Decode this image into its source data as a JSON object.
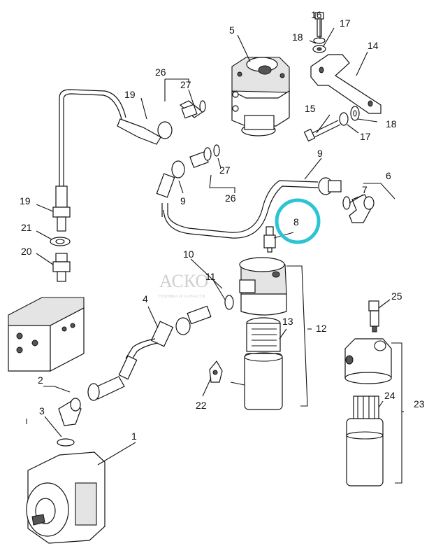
{
  "watermark": {
    "logo": "АСКО",
    "sub": "ТЕХНИКА И ЗАПЧАСТИ"
  },
  "highlight": {
    "part": "8",
    "color": "#2cc4d4"
  },
  "labels": {
    "l1": "1",
    "l2": "2",
    "l3": "3",
    "l4": "4",
    "l5": "5",
    "l6": "6",
    "l7": "7",
    "l8": "8",
    "l9a": "9",
    "l9b": "9",
    "l10": "10",
    "l11": "11",
    "l12": "12",
    "l13": "13",
    "l14": "14",
    "l15": "15",
    "l16": "16",
    "l17a": "17",
    "l17b": "17",
    "l18a": "18",
    "l18b": "18",
    "l19a": "19",
    "l19b": "19",
    "l20": "20",
    "l21": "21",
    "l22": "22",
    "l23": "23",
    "l24": "24",
    "l25": "25",
    "l26a": "26",
    "l26b": "26",
    "l27a": "27",
    "l27b": "27"
  }
}
